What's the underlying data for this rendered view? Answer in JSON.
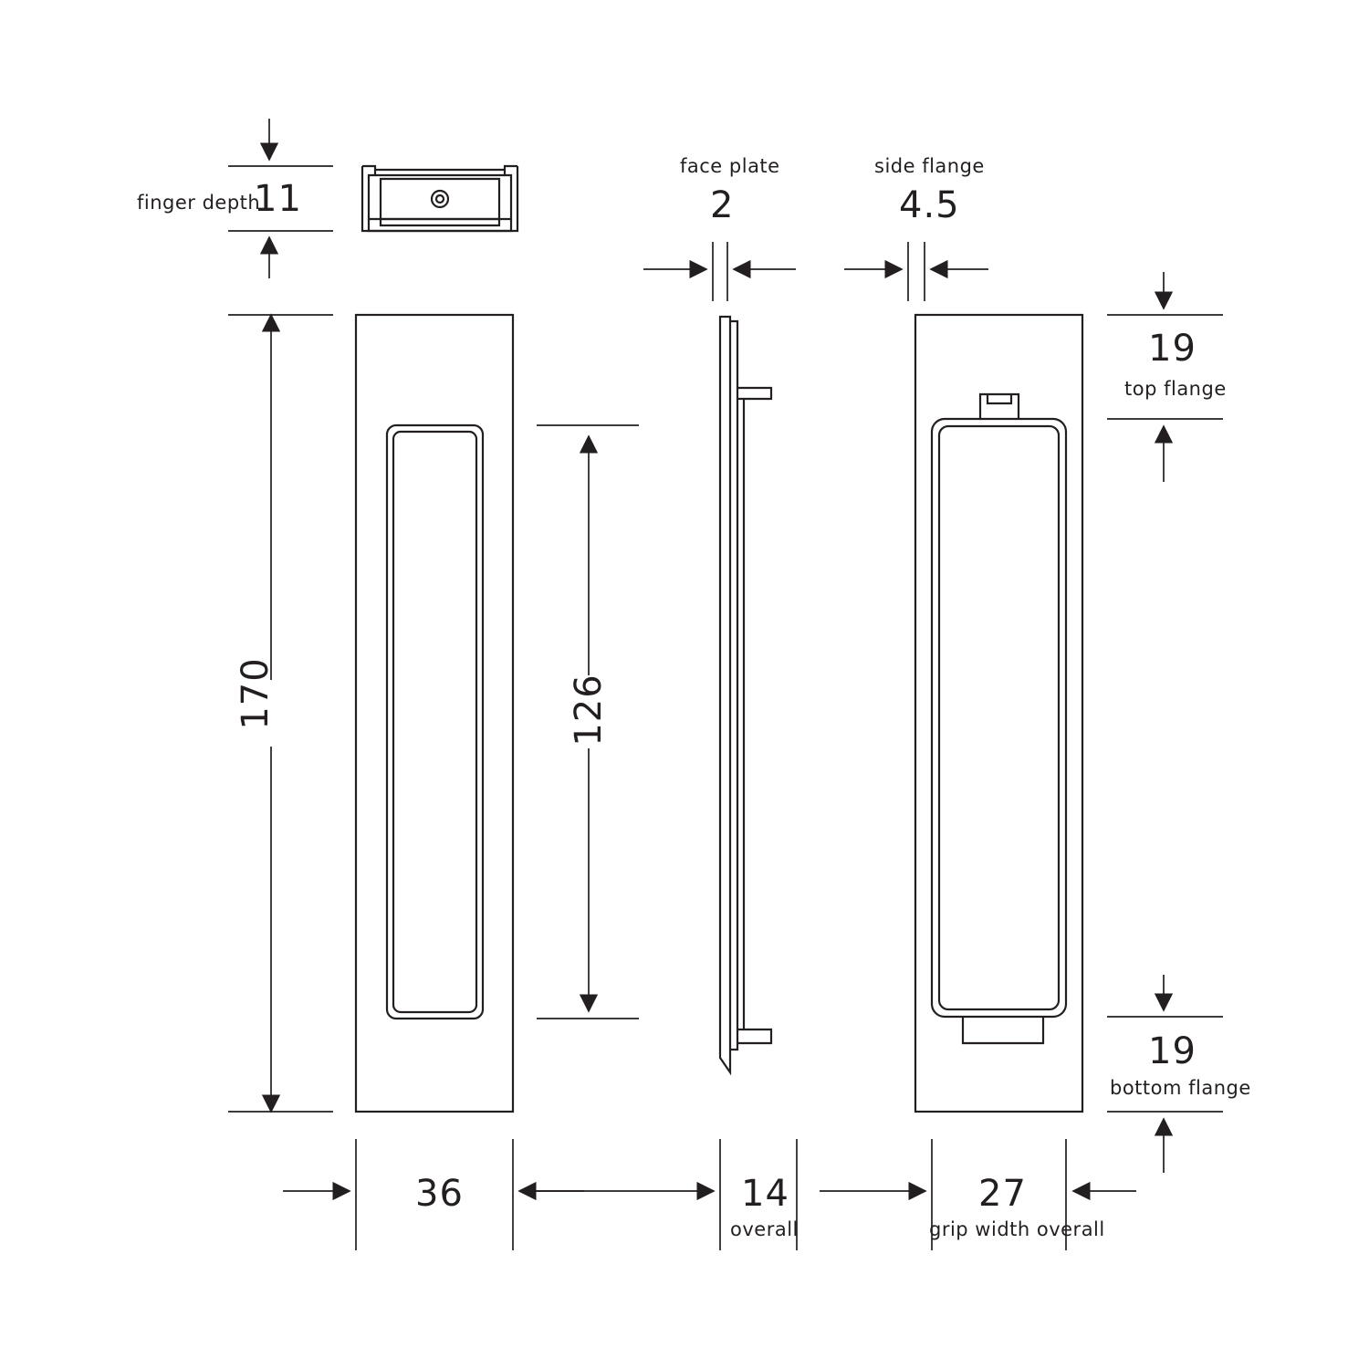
{
  "drawing": {
    "title": "flush pull technical dimension drawing",
    "units": "mm",
    "line_color": "#231f20",
    "text_color": "#231f20",
    "background": "#ffffff"
  },
  "dimensions": {
    "finger_depth_label": "finger depth",
    "finger_depth_value": "11",
    "face_plate_label": "face plate",
    "face_plate_value": "2",
    "side_flange_label": "side flange",
    "side_flange_value": "4.5",
    "top_flange_value": "19",
    "top_flange_label": "top flange",
    "bottom_flange_value": "19",
    "bottom_flange_label": "bottom flange",
    "height_overall_value": "170",
    "recess_height_value": "126",
    "width_value": "36",
    "depth_overall_value": "14",
    "depth_overall_label": "overall",
    "grip_width_value": "27",
    "grip_width_label": "grip width overall"
  },
  "views": {
    "top_section": "top cross-section view",
    "front": "front elevation view",
    "side": "side elevation view",
    "back": "back elevation view"
  }
}
